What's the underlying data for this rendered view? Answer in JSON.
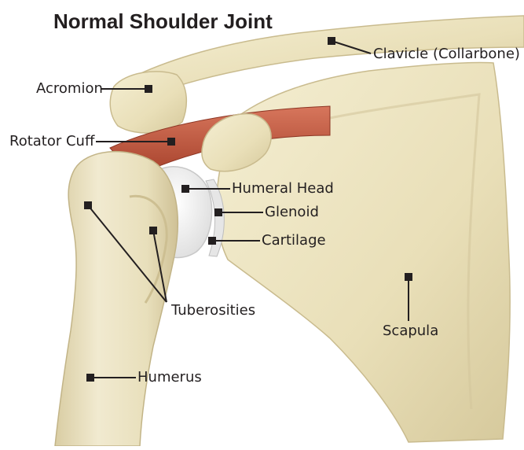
{
  "title": "Normal Shoulder Joint",
  "labels": {
    "clavicle": "Clavicle (Collarbone)",
    "acromion": "Acromion",
    "rotator_cuff": "Rotator Cuff",
    "humeral_head": "Humeral Head",
    "glenoid": "Glenoid",
    "cartilage": "Cartilage",
    "tuberosities": "Tuberosities",
    "scapula": "Scapula",
    "humerus": "Humerus"
  },
  "colors": {
    "bone": "#ece3c0",
    "bone_shadow": "#cfc39a",
    "cartilage": "#f2f2f2",
    "muscle": "#c4573d",
    "leader": "#231f20"
  }
}
